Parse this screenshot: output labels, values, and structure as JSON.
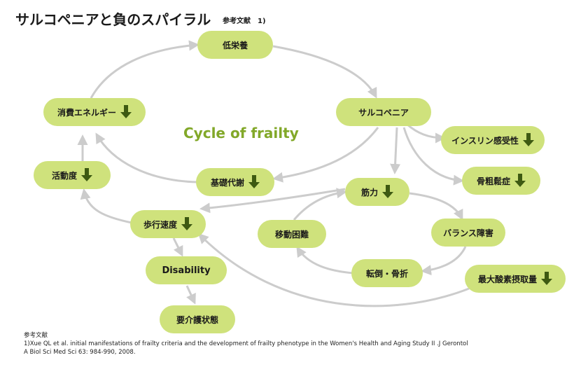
{
  "title": "サルコペニアと負のスパイラル",
  "title_ref": "参考文献　1)",
  "cycle_label": "Cycle of frailty",
  "nodes": {
    "teieiyo": "低栄養",
    "sarcopenia": "サルコペニア",
    "shouhi": "消費エネルギー",
    "insulin": "インスリン感受性",
    "kotsu_sosho": "骨粗鬆症",
    "katsudou": "活動度",
    "kiso_taisha": "基礎代謝",
    "kinryoku": "筋力",
    "hokou": "歩行速度",
    "idou": "移動困難",
    "balance": "バランス障害",
    "disability": "Disability",
    "tentou": "転倒・骨折",
    "saidai": "最大酸素摂取量",
    "youkaigo": "要介護状態"
  },
  "decrease_icon": "down-arrow-icon",
  "colors": {
    "node_fill": "#cfe27c",
    "arrow": "#3e5a12",
    "connector": "#cccccc",
    "cycle_label": "#82a829"
  },
  "reference": {
    "heading": "参考文献",
    "line1": "1)Xue QL et al. initial manifestations of frailty criteria and the development of frailty phenotype in the Women's Health and Aging Study  II .J Gerontol",
    "line2": "A Biol Sci Med Sci 63: 984-990, 2008."
  }
}
